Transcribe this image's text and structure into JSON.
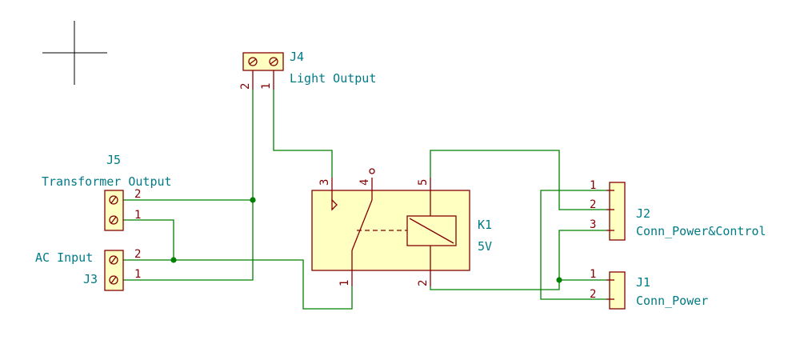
{
  "colors": {
    "wire": "#008000",
    "pin": "#840000",
    "body_fill": "#ffffc2",
    "label_text": "#007b86",
    "background": "#ffffff"
  },
  "components": {
    "j4": {
      "ref": "J4",
      "value": "Light Output",
      "pins": [
        "2",
        "1"
      ]
    },
    "j5": {
      "ref": "J5",
      "value": "Transformer Output",
      "pins": [
        "2",
        "1"
      ]
    },
    "j3": {
      "ref": "J3",
      "value": "AC Input",
      "pins": [
        "2",
        "1"
      ]
    },
    "k1": {
      "ref": "K1",
      "value": "5V",
      "pins": [
        "3",
        "4",
        "5",
        "1",
        "2"
      ]
    },
    "j2": {
      "ref": "J2",
      "value": "Conn_Power&Control",
      "pins": [
        "1",
        "2",
        "3"
      ]
    },
    "j1": {
      "ref": "J1",
      "value": "Conn_Power",
      "pins": [
        "1",
        "2"
      ]
    }
  }
}
